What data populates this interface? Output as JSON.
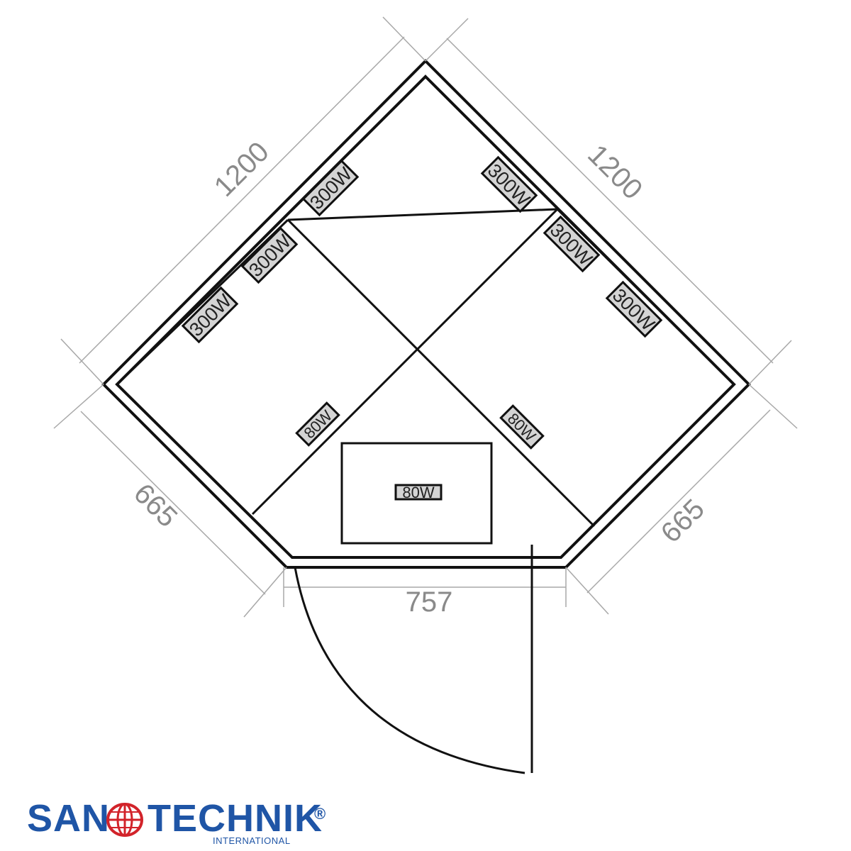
{
  "dimensions": {
    "left_long": "1200",
    "right_long": "1200",
    "left_short": "665",
    "right_short": "665",
    "front": "757"
  },
  "heaters": [
    {
      "id": "top-left-wall",
      "label": "300W"
    },
    {
      "id": "top-right-wall",
      "label": "300W"
    },
    {
      "id": "left-wall-upper",
      "label": "300W"
    },
    {
      "id": "left-wall-lower",
      "label": "300W"
    },
    {
      "id": "right-wall-upper",
      "label": "300W"
    },
    {
      "id": "right-wall-lower",
      "label": "300W"
    },
    {
      "id": "floor-left",
      "label": "80W"
    },
    {
      "id": "floor-right",
      "label": "80W"
    },
    {
      "id": "floor-center",
      "label": "80W"
    }
  ],
  "logo": {
    "word_left": "SAN",
    "word_right": "TECHNIK",
    "registered": "®",
    "subtitle": "INTERNATIONAL",
    "color": "#1f55a6",
    "globe_color": "#d2232a"
  }
}
